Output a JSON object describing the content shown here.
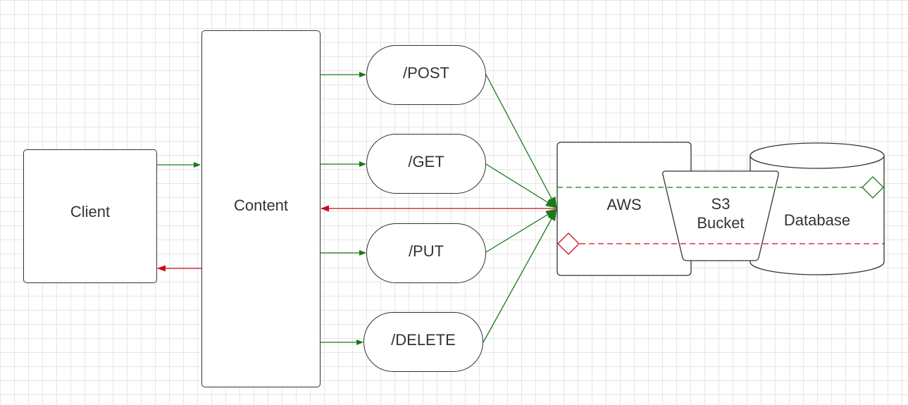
{
  "nodes": {
    "client": "Client",
    "content": "Content",
    "post": "/POST",
    "get": "/GET",
    "put": "/PUT",
    "delete": "/DELETE",
    "aws": "AWS",
    "s3_line1": "S3",
    "s3_line2": "Bucket",
    "database": "Database"
  },
  "colors": {
    "request": "#1a7a1a",
    "response": "#cc0a1a",
    "stroke": "#333333",
    "grid": "#e6e6e6"
  }
}
